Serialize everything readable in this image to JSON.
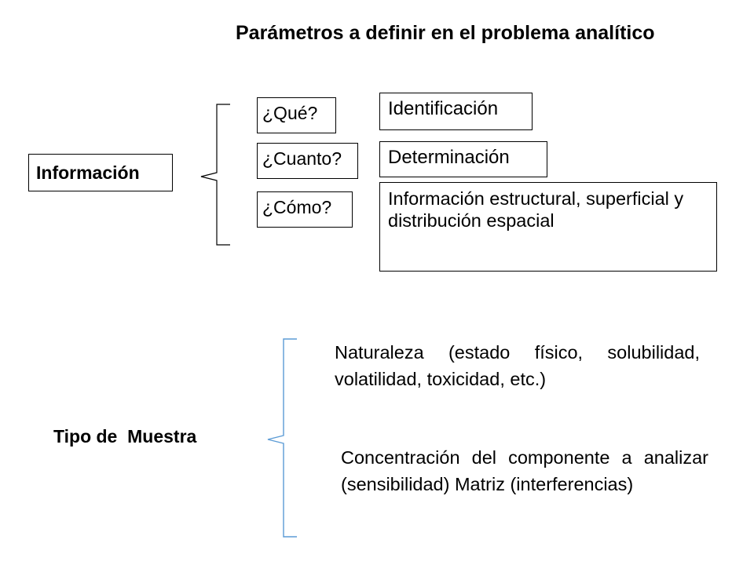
{
  "title": "Parámetros a definir en el problema analítico",
  "informacion": {
    "label": "Información",
    "questions": [
      "¿Qué?",
      "¿Cuanto?",
      "¿Cómo?"
    ],
    "answers": [
      "Identificación",
      "Determinación",
      "Información estructural, superficial y distribución espacial"
    ]
  },
  "muestra": {
    "label": "Tipo de  Muestra",
    "items": [
      "Naturaleza (estado físico, solubilidad, volatilidad, toxicidad, etc.)",
      "Concentración del componente a analizar (sensibilidad) Matriz (interferencias)"
    ]
  },
  "colors": {
    "text": "#000000",
    "box_border": "#000000",
    "bracket_1": "#000000",
    "bracket_2": "#5b9bd5"
  }
}
